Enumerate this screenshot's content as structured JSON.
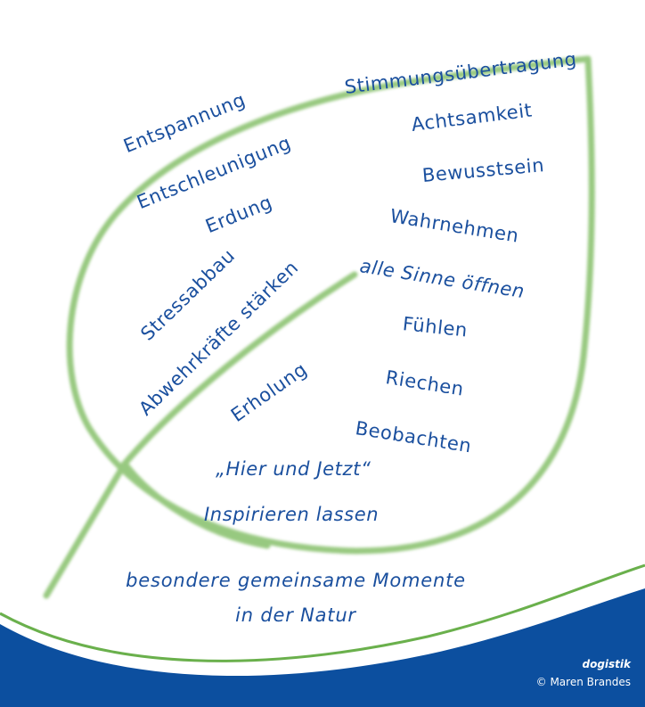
{
  "leaf_words_left": [
    "Entspannung",
    "Entschleunigung",
    "Erdung",
    "Stressabbau",
    "Abwehrkräfte stärken",
    "Erholung"
  ],
  "leaf_words_right": [
    "Stimmungsübertragung",
    "Achtsamkeit",
    "Bewusstsein",
    "Wahrnehmen",
    "alle Sinne öffnen",
    "Fühlen",
    "Riechen",
    "Beobachten"
  ],
  "center_lines": [
    "„Hier und Jetzt“",
    "Inspirieren  lassen"
  ],
  "footer_lines": [
    "besondere  gemeinsame  Momente",
    "in der Natur"
  ],
  "brand": {
    "name": "dogistik",
    "copyright": "© Maren Brandes"
  },
  "colors": {
    "text": "#1a4f9e",
    "leaf": "#86c06a",
    "wave_blue": "#0c4f9f",
    "wave_green": "#6ab04c",
    "background": "#ffffff"
  }
}
